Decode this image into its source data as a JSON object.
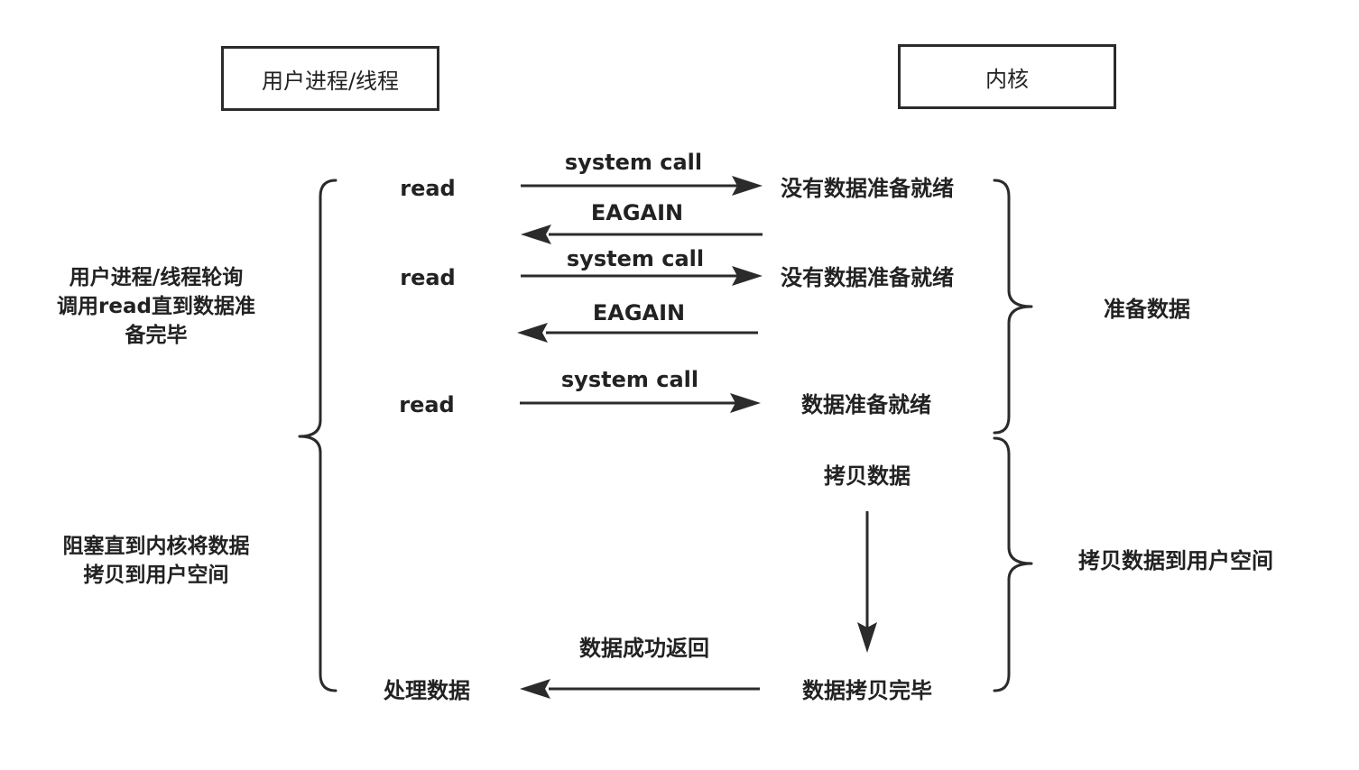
{
  "headers": {
    "user": "用户进程/线程",
    "kernel": "内核"
  },
  "flow": {
    "read1": "read",
    "call1": "system call",
    "kernel1": "没有数据准备就绪",
    "eagain1": "EAGAIN",
    "read2": "read",
    "call2": "system call",
    "kernel2": "没有数据准备就绪",
    "eagain2": "EAGAIN",
    "read3": "read",
    "call3": "system call",
    "kernel3": "数据准备就绪",
    "copy": "拷贝数据",
    "returned": "数据成功返回",
    "process": "处理数据",
    "copy_done": "数据拷贝完毕"
  },
  "left_notes": {
    "polling": "用户进程/线程轮询\n调用read直到数据准\n备完毕",
    "blocking": "阻塞直到内核将数据\n拷贝到用户空间"
  },
  "right_notes": {
    "prepare": "准备数据",
    "copy_to_user": "拷贝数据到用户空间"
  }
}
